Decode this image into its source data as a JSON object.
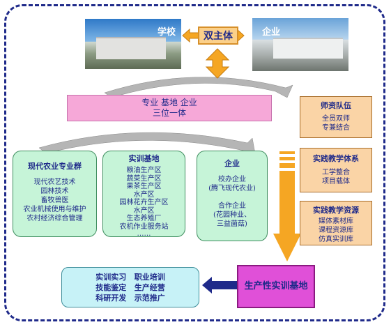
{
  "photos": {
    "school_label": "学校",
    "enterprise_label": "企业"
  },
  "dual_subject": {
    "label": "双主体"
  },
  "trinity": {
    "line1": "专业 基地 企业",
    "line2": "三位一体"
  },
  "major_group": {
    "title": "现代农业专业群",
    "items": [
      "现代农艺技术",
      "园林技术",
      "畜牧兽医",
      "农业机械使用与维护",
      "农村经济综合管理"
    ]
  },
  "training_base": {
    "title": "实训基地",
    "items": [
      "粮油生产区",
      "蔬菜生产区",
      "果茶生产区",
      "水产区",
      "园林花卉生产区",
      "水产区",
      "生态养殖厂",
      "农机作业服务站",
      "……"
    ]
  },
  "enterprise": {
    "title": "企业",
    "line1": "校办企业",
    "line2": "(腾飞现代农业)",
    "line3": "合作企业",
    "line4": "(花园种业、",
    "line5": "三益菌菇)"
  },
  "teachers": {
    "title": "师资队伍",
    "items": [
      "全员双师",
      "专兼结合"
    ]
  },
  "practice_system": {
    "title": "实践教学体系",
    "items": [
      "工学整合",
      "项目载体"
    ]
  },
  "practice_resources": {
    "title": "实践教学资源",
    "items": [
      "媒体素材库",
      "课程资源库",
      "仿真实训库"
    ]
  },
  "productive_base": {
    "label": "生产性实训基地"
  },
  "functions": {
    "row1": "实训实习   职业培训",
    "row2": "技能鉴定   生产经营",
    "row3": "科研开发   示范推广"
  },
  "colors": {
    "frame": "#1f2a8a",
    "arrow_orange": "#f5a623",
    "arrow_gray": "#b0b0b0",
    "text": "#1f2a8a"
  }
}
